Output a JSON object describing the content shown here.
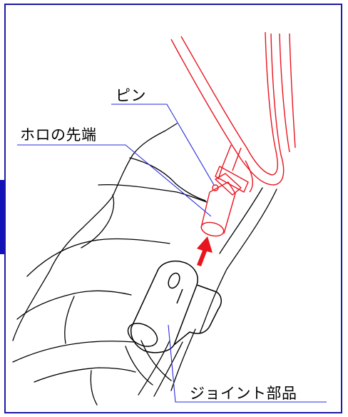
{
  "labels": {
    "pin": "ピン",
    "hood_tip": "ホロの先端",
    "joint_part": "ジョイント部品"
  },
  "colors": {
    "frame_border": "#1a1aa6",
    "side_tab": "#1212b8",
    "leader_line": "#2a2ae0",
    "highlight": "#e8141e",
    "outline": "#000000"
  },
  "icons": {
    "arrow": "insert-arrow-icon"
  }
}
